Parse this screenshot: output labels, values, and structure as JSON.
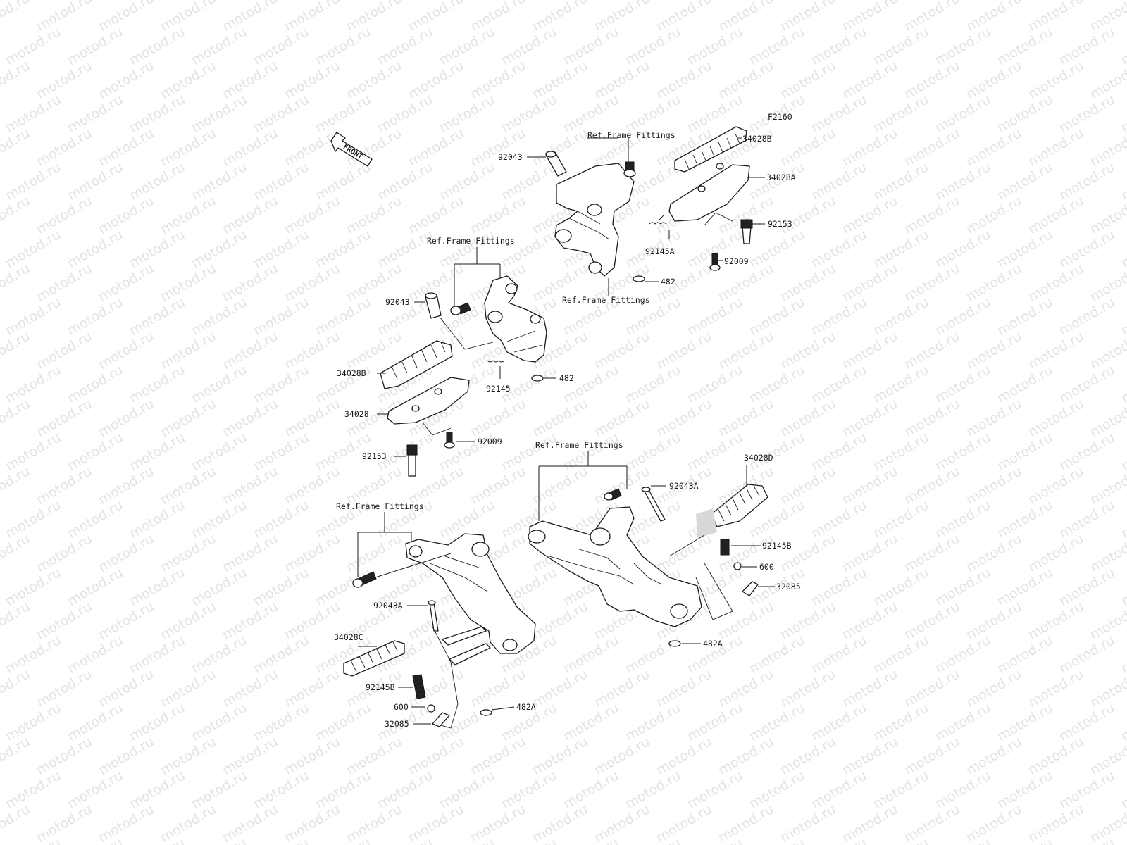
{
  "diagram_code": "F2160",
  "front_marker": "FRONT",
  "watermark_text": "motod.ru",
  "labels": {
    "ref_frame_top": "Ref.Frame Fittings",
    "ref_frame_mid_left": "Ref.Frame Fittings",
    "ref_frame_mid_right": "Ref.Frame Fittings",
    "ref_frame_lower_left": "Ref.Frame Fittings",
    "ref_frame_lower_right": "Ref.Frame Fittings",
    "p34028B_top": "34028B",
    "p34028A": "34028A",
    "p92153_right": "92153",
    "p92009_right": "92009",
    "p92043_top": "92043",
    "p92145A": "92145A",
    "p482_top": "482",
    "p92043_mid": "92043",
    "p34028B_mid": "34028B",
    "p92145": "92145",
    "p482_mid": "482",
    "p34028": "34028",
    "p92009_left": "92009",
    "p92153_left": "92153",
    "p34028D": "34028D",
    "p92043A_right": "92043A",
    "p92145B_right": "92145B",
    "p600_right": "600",
    "p32085_right": "32085",
    "p482A_right": "482A",
    "p92043A_left": "92043A",
    "p34028C": "34028C",
    "p92145B_left": "92145B",
    "p600_left": "600",
    "p32085_left": "32085",
    "p482A_left": "482A"
  }
}
